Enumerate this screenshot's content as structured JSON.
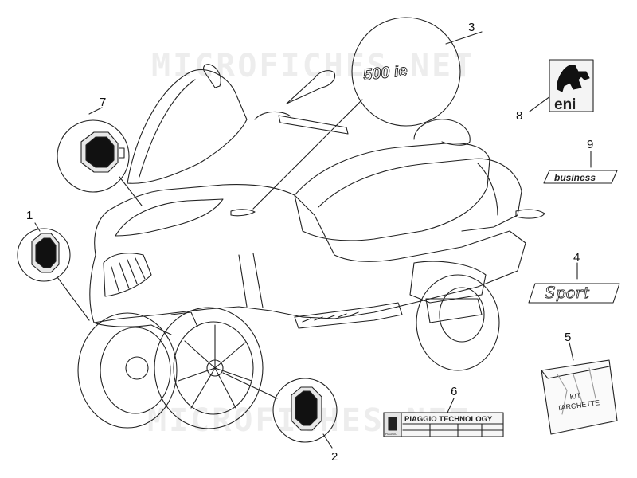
{
  "watermark": {
    "top": "MICROFICHES.NET",
    "bottom": "MICROFICHES.NET"
  },
  "callouts": [
    "1",
    "2",
    "3",
    "4",
    "5",
    "6",
    "7",
    "8",
    "9"
  ],
  "decals": {
    "model_badge": "500 ie",
    "business": "business",
    "sport": "Sport",
    "eni": "eni",
    "kit_line1": "KIT",
    "kit_line2": "TARGHETTE",
    "piaggio_tech": "PIAGGIO TECHNOLOGY",
    "piaggio_mini": "PIAGGIO"
  },
  "colors": {
    "line": "#222222",
    "fill_light": "#f2f2f2",
    "watermark": "#000000"
  }
}
